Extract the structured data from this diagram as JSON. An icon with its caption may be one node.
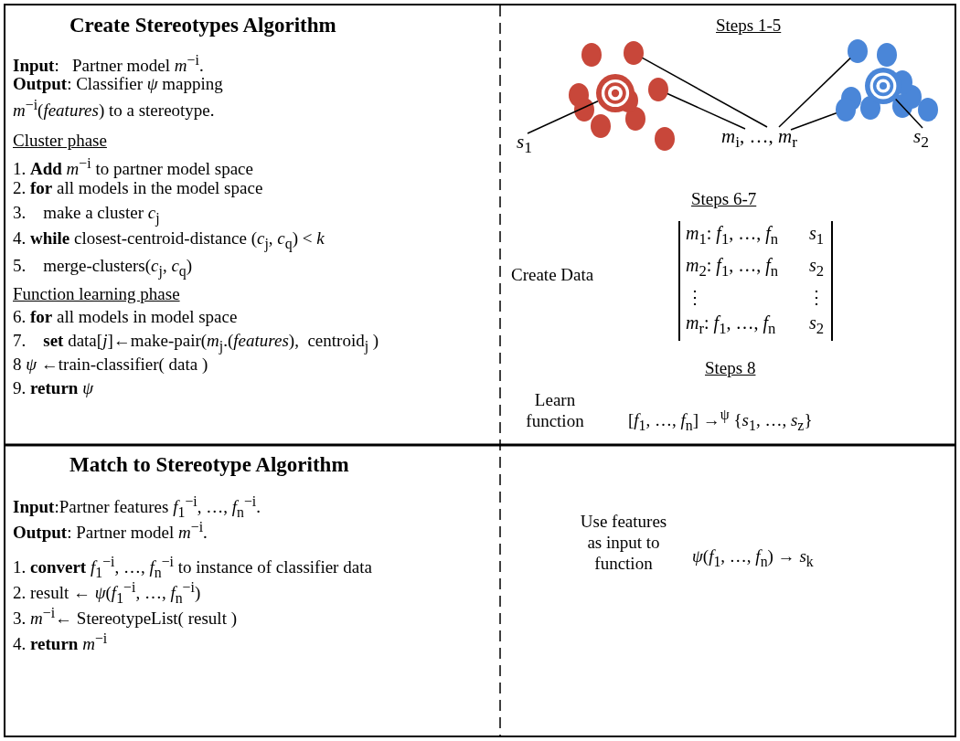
{
  "diagram": {
    "nodes": [
      {
        "text": [],
        "shape": "circle"
      },
      {
        "text": [],
        "shape": "circle"
      },
      {
        "text": [],
        "shape": "circle"
      },
      {
        "text": [
          "*m*$_{i}$, …, *m*$_{r}$"
        ]
      },
      {
        "text": [],
        "shape": "circle"
      },
      {
        "text": [],
        "shape": "circle"
      },
      {
        "text": [],
        "shape": "circle"
      },
      {
        "text": [
          "*s*$_{1}$"
        ]
      },
      {
        "text": [
          "*s*$_{2}$"
        ]
      }
    ],
    "edges": [
      {
        "from": 3,
        "to": 0,
        "arrow": "none"
      },
      {
        "from": 3,
        "to": 2,
        "arrow": "none"
      },
      {
        "from": 3,
        "to": 4,
        "arrow": "none"
      },
      {
        "from": 3,
        "to": 6,
        "arrow": "none"
      },
      {
        "from": 7,
        "to": 1,
        "arrow": "none"
      },
      {
        "from": 8,
        "to": 5,
        "arrow": "none"
      }
    ],
    "labels": [
      "Create Stereotypes Algorithm",
      "**Input**:   Partner model *m*$^{−i}$.",
      "**Output**: Classifier *ψ* mapping *m*$^{−i}$(*features*) to a stereotype.",
      "Cluster phase",
      "1. **Add** *m*$^{−i}$ to partner model space",
      "2. **for** all models in the model space",
      "3.    make a cluster *c*$_{j}$",
      "4. **while** closest-centroid-distance (*c*$_{j}$, *c*$_{q}$) < *k*",
      "5.    merge-clusters(*c*$_{j}$, *c*$_{q}$)",
      "Function learning phase",
      "6. **for** all models in model space",
      "7.    **set** data[*j*]←make-pair(*m*$_{j}$.(*features*),  centroid$_{j}$ )",
      "8 *ψ* ←train-classifier( data )",
      "9. **return** *ψ*",
      "Steps 1-5",
      "Steps 6-7",
      "Create Data",
      "*m*$_{1}$: *f*$_{1}$, …, *f*$_{n}$",
      "*s*$_{1}$",
      "*m*$_{2}$: *f*$_{1}$, …, *f*$_{n}$",
      "*s*$_{2}$",
      "⋮",
      "⋮",
      "*m*$_{r}$: *f*$_{1}$, …, *f*$_{n}$",
      "*s*$_{2}$",
      "Steps 8",
      "Learn function",
      "[*f*$_{1}$, …, *f*$_{n}$] →$^{ψ}$ {*s*$_{1}$, …, *s*$_{z}$}",
      "Match to Stereotype Algorithm",
      "**Input**:Partner features *f*$_{1}$$^{−i}$, …, *f*$_{n}$$^{−i}$.",
      "**Output**: Partner model *m*$^{−i}$.",
      "1. **convert** *f*$_{1}$$^{−i}$, …, *f*$_{n}$$^{−i}$ to instance of classifier data",
      "2. result ← *ψ*(*f*$_{1}$$^{−i}$, …, *f*$_{n}$$^{−i}$)",
      "3. *m*$^{−i}$← StereotypeList( result )",
      "4. **return** *m*$^{−i}$",
      "Use features as input to function",
      "*ψ*(*f*$_{1}$, …, *f*$_{n}$) → *s*$_{k}$"
    ]
  }
}
